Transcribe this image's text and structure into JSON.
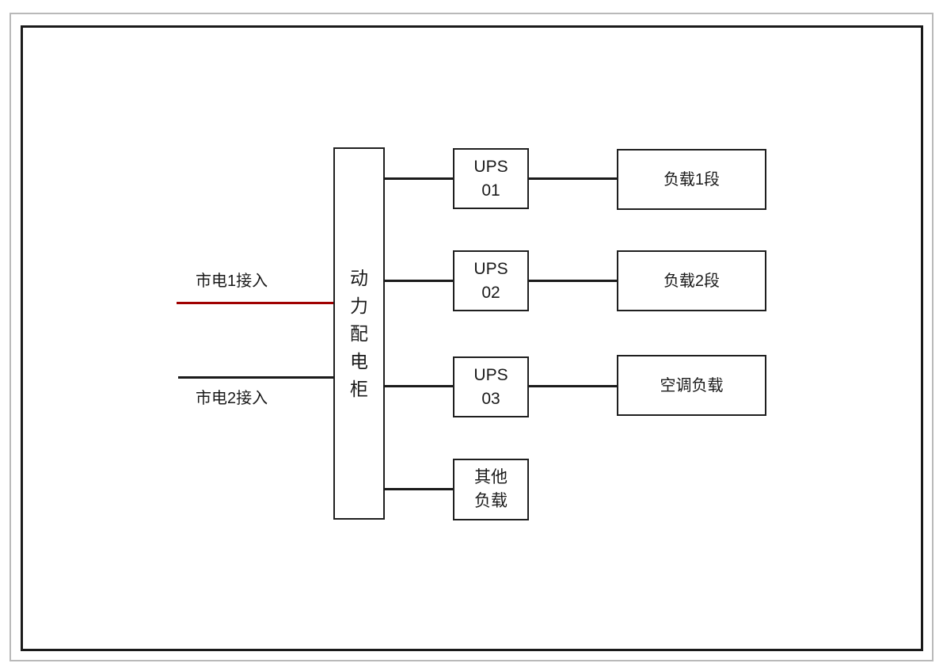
{
  "diagram": {
    "title_semantic": "power-distribution-ups-diagram",
    "cabinet": {
      "label": "动力配电柜",
      "chars": [
        "动",
        "力",
        "配",
        "电",
        "柜"
      ]
    },
    "inputs": [
      {
        "label": "市电1接入",
        "line_color": "#a00000"
      },
      {
        "label": "市电2接入",
        "line_color": "#1a1a1a"
      }
    ],
    "ups_units": [
      {
        "line1": "UPS",
        "line2": "01"
      },
      {
        "line1": "UPS",
        "line2": "02"
      },
      {
        "line1": "UPS",
        "line2": "03"
      }
    ],
    "other_load": {
      "line1": "其他",
      "line2": "负载"
    },
    "loads": [
      {
        "label": "负载1段"
      },
      {
        "label": "负载2段"
      },
      {
        "label": "空调负载"
      }
    ],
    "colors": {
      "connector_line": "#1a1a1a",
      "mains1_line": "#a00000",
      "mains2_line": "#1a1a1a",
      "box_border": "#1f1f1f",
      "inner_frame": "#1a1a1a",
      "outer_frame": "#b9b9b9",
      "background": "#ffffff"
    }
  }
}
